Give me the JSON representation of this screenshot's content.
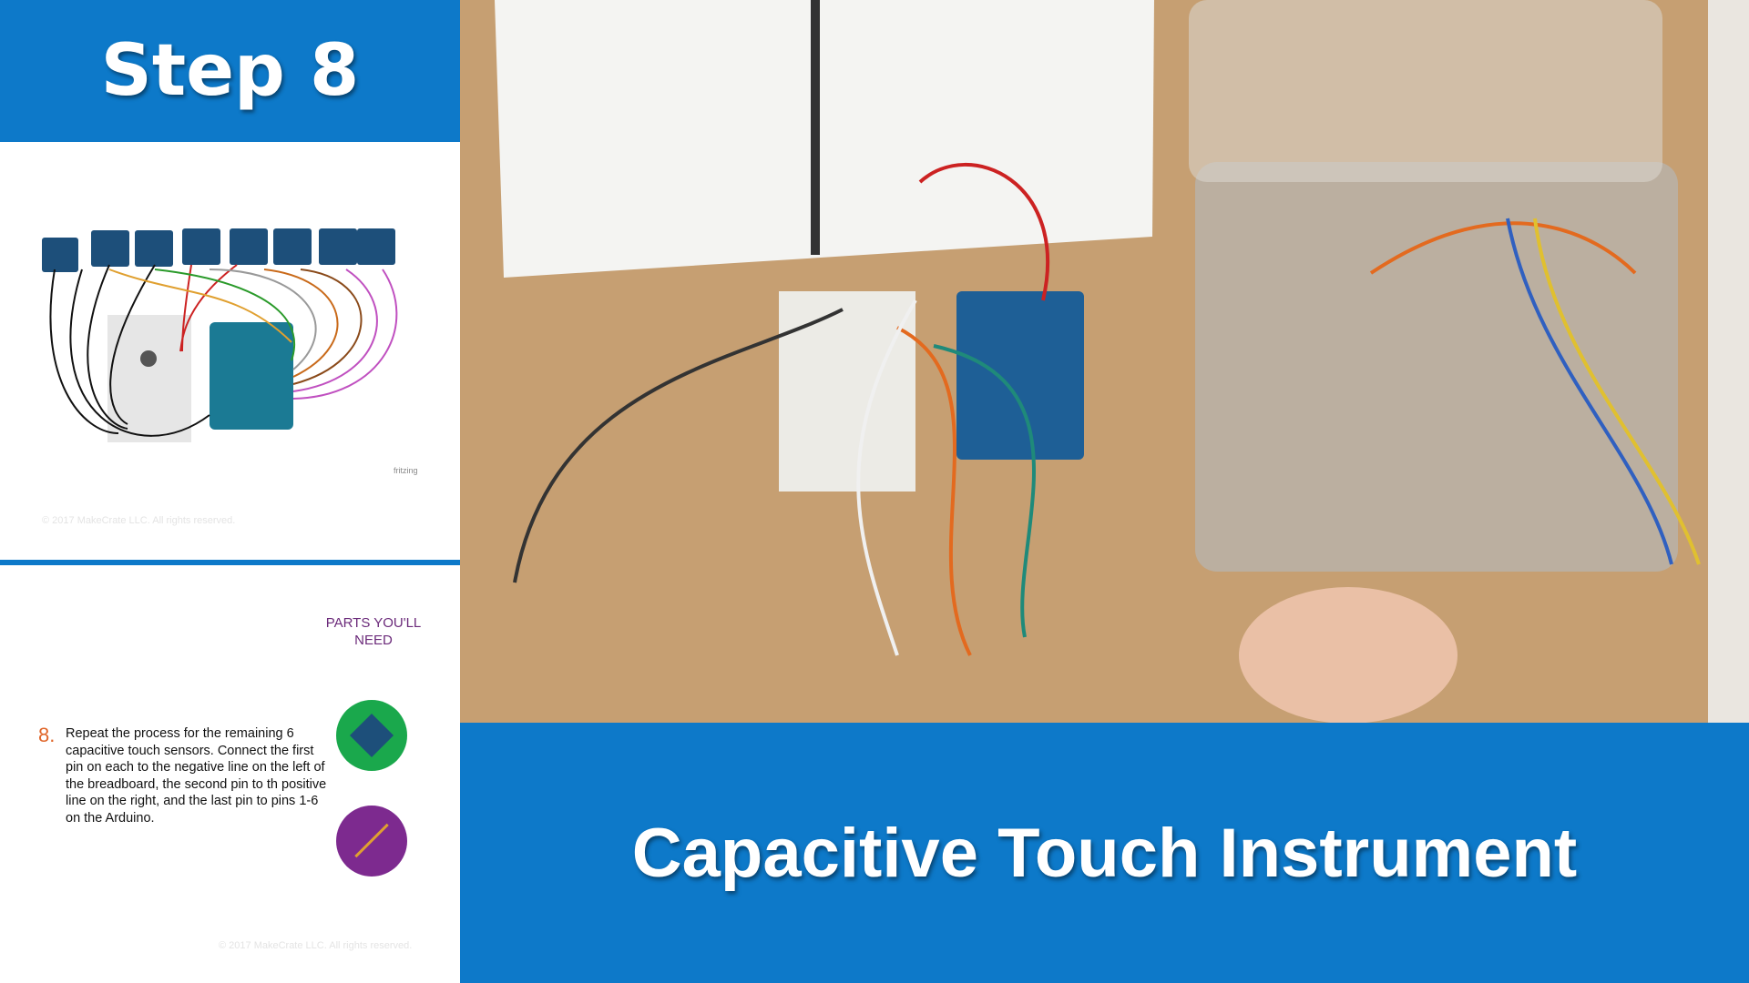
{
  "header": {
    "step_title": "Step 8"
  },
  "diagram": {
    "credit": "fritzing",
    "copyright": "© 2017 MakeCrate LLC. All rights reserved."
  },
  "instructions": {
    "parts_heading": "PARTS YOU'LL NEED",
    "step_number": "8.",
    "step_text": "Repeat the process for the remaining 6 capacitive touch sensors.  Connect the first pin on each to the negative line on the left of the breadboard, the second pin to th positive line on the right, and the last pin to pins 1-6 on the Arduino.",
    "copyright": "© 2017 MakeCrate LLC. All rights reserved.",
    "parts": [
      {
        "icon": "touch-sensor-icon",
        "color": "#1aa84c"
      },
      {
        "icon": "jumper-wire-icon",
        "color": "#7d2a8f"
      }
    ]
  },
  "footer": {
    "video_title": "Capacitive Touch Instrument"
  },
  "colors": {
    "brand_blue": "#0d79c9",
    "step_number": "#e0662a",
    "parts_heading": "#6b2a7a"
  }
}
